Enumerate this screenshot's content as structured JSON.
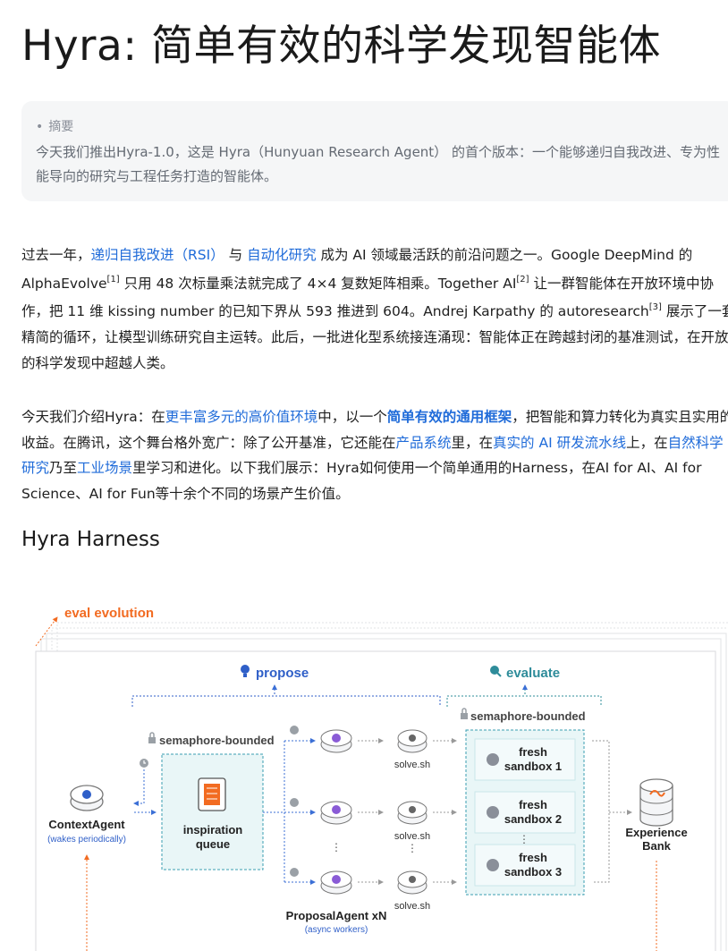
{
  "title": "Hyra: 简单有效的科学发现智能体",
  "abstract": {
    "label": "摘要",
    "text": "今天我们推出Hyra-1.0，这是 Hyra（Hunyuan Research Agent） 的首个版本：一个能够递归自我改进、专为性能导向的研究与工程任务打造的智能体。"
  },
  "p1": {
    "s1": "过去一年，",
    "l1": "递归自我改进（RSI）",
    "s2": " 与 ",
    "l2": "自动化研究",
    "s3": " 成为 AI 领域最活跃的前沿问题之一。Google DeepMind 的 AlphaEvolve",
    "r1": "[1]",
    "s4": " 只用 48 次标量乘法就完成了 4×4 复数矩阵相乘。Together AI",
    "r2": "[2]",
    "s5": " 让一群智能体在开放环境中协作，把 11 维 kissing number 的已知下界从 593 推进到 604。Andrej Karpathy 的 autoresearch",
    "r3": "[3]",
    "s6": " 展示了一套精简的循环，让模型训练研究自主运转。此后，一批进化型系统接连涌现：智能体正在跨越封闭的基准测试，在开放的科学发现中超越人类。"
  },
  "p2": {
    "s1": "今天我们介绍Hyra：在",
    "l1": "更丰富多元的高价值环境",
    "s2": "中，以一个",
    "b1": "简单有效的通用框架",
    "s3": "，把智能和算力转化为真实且实用的收益。在腾讯，这个舞台格外宽广：除了公开基准，它还能在",
    "l2": "产品系统",
    "s4": "里，在",
    "l3": "真实的 AI 研发流水线",
    "s5": "上，在",
    "l4": "自然科学研究",
    "s6": "乃至",
    "l5": "工业场景",
    "s7": "里学习和进化。以下我们展示：Hyra如何使用一个简单通用的Harness，在AI for AI、AI for Science、AI for Fun等十余个不同的场景产生价值。"
  },
  "section_title": "Hyra Harness",
  "diagram": {
    "eval_evolution": "eval evolution",
    "propose": "propose",
    "evaluate": "evaluate",
    "semaphore_left": "semaphore-bounded",
    "semaphore_right": "semaphore-bounded",
    "context_agent": "ContextAgent",
    "context_agent_sub": "(wakes periodically)",
    "inspiration_line1": "inspiration",
    "inspiration_line2": "queue",
    "solve_1": "solve.sh",
    "solve_2": "solve.sh",
    "solve_3": "solve.sh",
    "proposal_agent": "ProposalAgent xN",
    "proposal_agent_sub": "(async workers)",
    "sandbox_fresh_1": "fresh",
    "sandbox_1": "sandbox 1",
    "sandbox_fresh_2": "fresh",
    "sandbox_2": "sandbox 2",
    "sandbox_fresh_3": "fresh",
    "sandbox_3": "sandbox 3",
    "experience_1": "Experience",
    "experience_2": "Bank",
    "colors": {
      "orange": "#f26b21",
      "blue": "#2f5fc8",
      "teal": "#3a9db0",
      "purple": "#8a5bd6"
    }
  }
}
